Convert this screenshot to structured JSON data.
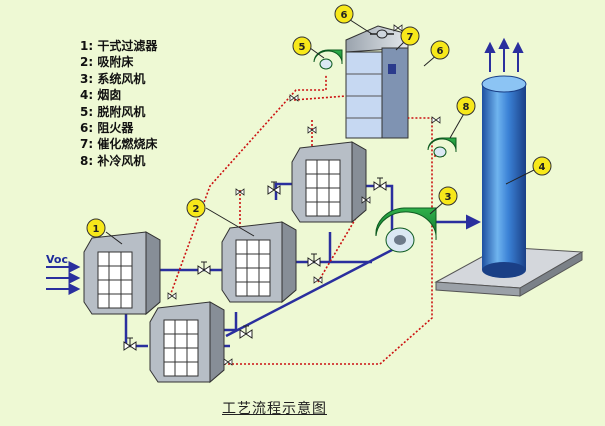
{
  "legend": [
    {
      "num": "1",
      "text": "干式过滤器"
    },
    {
      "num": "2",
      "text": "吸附床"
    },
    {
      "num": "3",
      "text": "系统风机"
    },
    {
      "num": "4",
      "text": "烟囱"
    },
    {
      "num": "5",
      "text": "脱附风机"
    },
    {
      "num": "6",
      "text": "阻火器"
    },
    {
      "num": "7",
      "text": "催化燃烧床"
    },
    {
      "num": "8",
      "text": "补冷风机"
    }
  ],
  "inlet_label": "Voc",
  "caption": "工艺流程示意图",
  "badges": [
    "1",
    "2",
    "3",
    "4",
    "5",
    "6",
    "6",
    "7",
    "8"
  ],
  "colors": {
    "background": "#eef9d4",
    "main_pipe": "#2a2f9e",
    "desorption_line": "#cc1111",
    "badge_fill": "#f7e81a",
    "fan_green": "#1f9a37",
    "stack_blue": "#2f72c9",
    "equipment_gray": "#b7bec6"
  }
}
